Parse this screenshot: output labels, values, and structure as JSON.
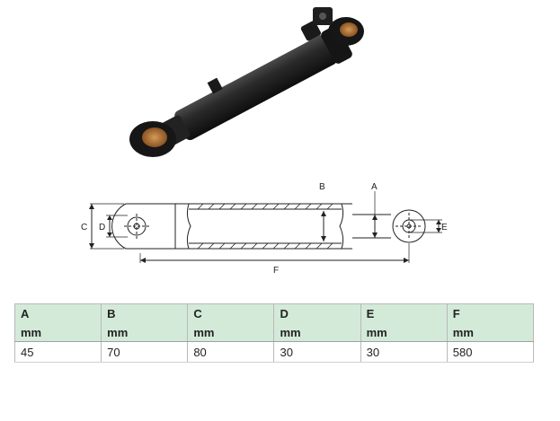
{
  "product_image": {
    "icon": "hydraulic-cylinder-icon"
  },
  "drawing": {
    "labels": {
      "a": "A",
      "b": "B",
      "c": "C",
      "d": "D",
      "e": "E",
      "f": "F"
    }
  },
  "specs": {
    "columns": [
      {
        "letter": "A",
        "unit": "mm",
        "value": "45"
      },
      {
        "letter": "B",
        "unit": "mm",
        "value": "70"
      },
      {
        "letter": "C",
        "unit": "mm",
        "value": "80"
      },
      {
        "letter": "D",
        "unit": "mm",
        "value": "30"
      },
      {
        "letter": "E",
        "unit": "mm",
        "value": "30"
      },
      {
        "letter": "F",
        "unit": "mm",
        "value": "580"
      }
    ]
  },
  "colors": {
    "header_bg": "#d3ead8",
    "cylinder_body": "#1c1c1c",
    "bushing": "#b87a3c"
  }
}
